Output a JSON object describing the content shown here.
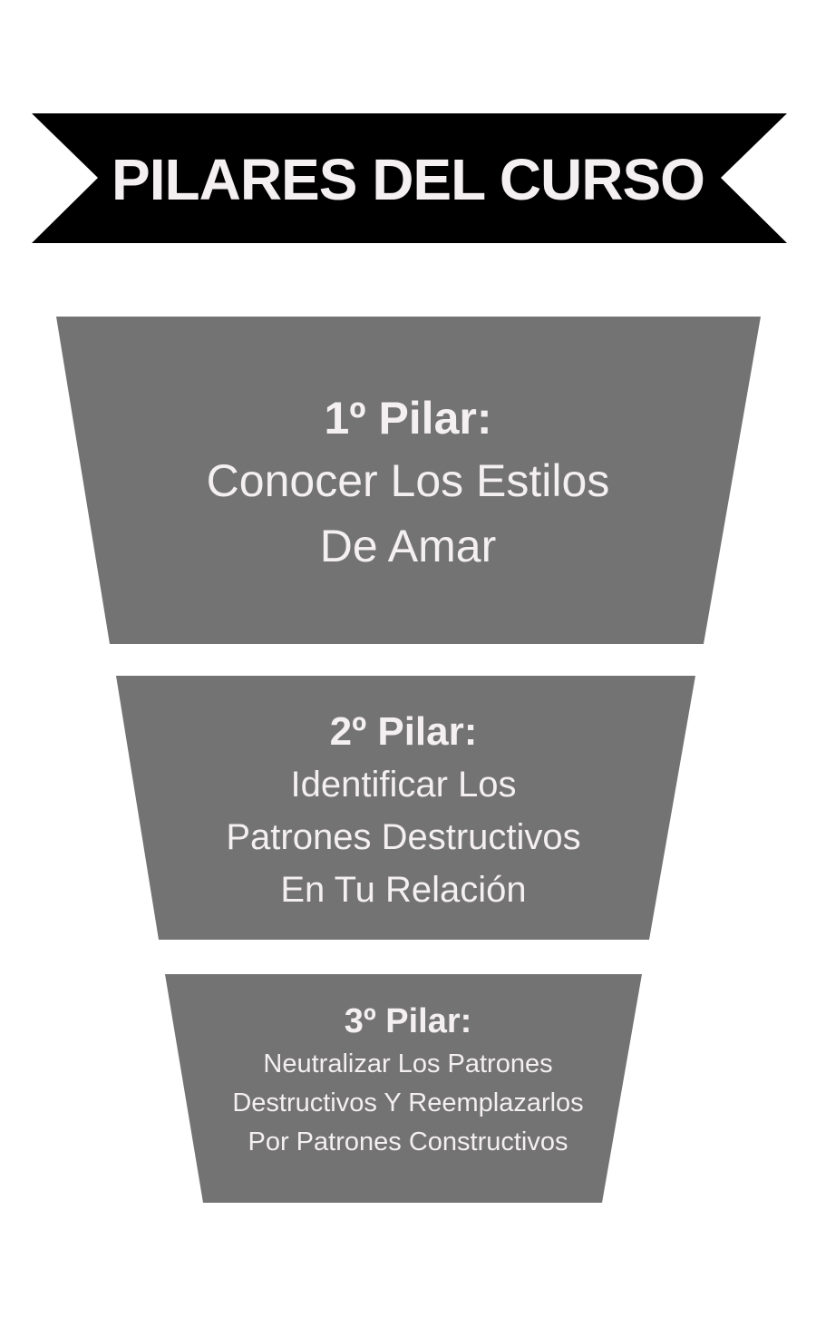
{
  "banner": {
    "title": "PILARES DEL CURSO",
    "background_color": "#000000",
    "text_color": "#f4eff0"
  },
  "tier_color": "#737373",
  "tiers": [
    {
      "heading": "1º Pilar:",
      "lines": [
        "Conocer Los Estilos",
        "De Amar"
      ]
    },
    {
      "heading": "2º Pilar:",
      "lines": [
        "Identificar Los",
        "Patrones Destructivos",
        "En Tu Relación"
      ]
    },
    {
      "heading": "3º Pilar:",
      "lines": [
        "Neutralizar Los Patrones",
        "Destructivos Y Reemplazarlos",
        "Por Patrones Constructivos"
      ]
    }
  ]
}
